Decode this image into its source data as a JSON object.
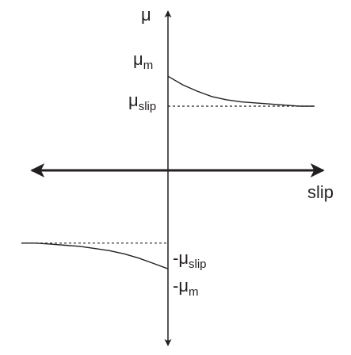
{
  "chart_data": {
    "type": "line",
    "title": "",
    "xlabel": "slip",
    "ylabel": "μ",
    "y_ticks": [
      {
        "base": "μ",
        "sub": "m"
      },
      {
        "base": "μ",
        "sub": "slip"
      },
      {
        "base": "-μ",
        "sub": "slip"
      },
      {
        "base": "-μ",
        "sub": "m"
      }
    ],
    "xlim": [
      -1,
      1
    ],
    "ylim": [
      -1.5,
      1.5
    ],
    "grid": false,
    "series": [
      {
        "style": "solid",
        "x": [
          0,
          0.1,
          0.2,
          0.3,
          0.4,
          0.5,
          0.6,
          0.7,
          0.8,
          0.9,
          1.0
        ],
        "y": [
          0.88,
          0.8,
          0.74,
          0.69,
          0.66,
          0.64,
          0.63,
          0.62,
          0.61,
          0.6,
          0.6
        ]
      },
      {
        "style": "solid",
        "x": [
          -1.0,
          -0.9,
          -0.8,
          -0.7,
          -0.6,
          -0.5,
          -0.4,
          -0.3,
          -0.2,
          -0.1,
          0
        ],
        "y": [
          -0.68,
          -0.68,
          -0.69,
          -0.7,
          -0.71,
          -0.73,
          -0.75,
          -0.78,
          -0.82,
          -0.87,
          -0.92
        ]
      },
      {
        "style": "dotted",
        "x": [
          0,
          1.0
        ],
        "y": [
          0.6,
          0.6
        ]
      },
      {
        "style": "dotted",
        "x": [
          -1.0,
          0
        ],
        "y": [
          -0.68,
          -0.68
        ]
      }
    ]
  }
}
